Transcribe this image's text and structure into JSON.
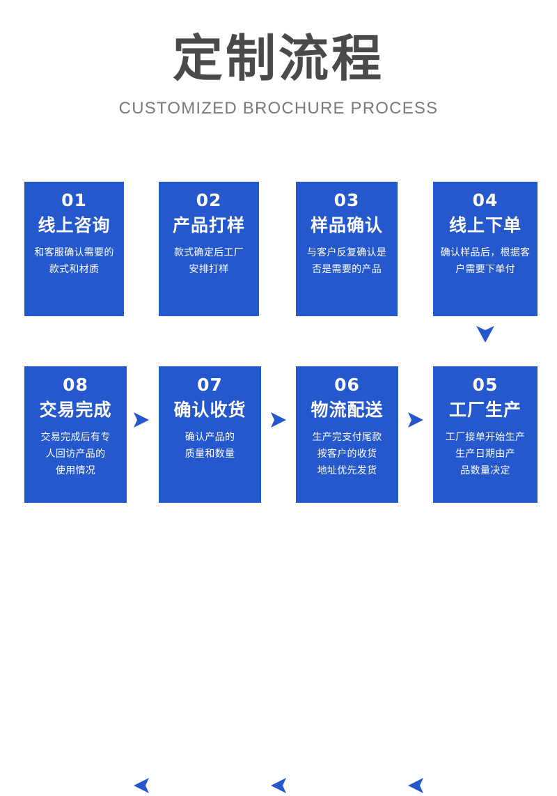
{
  "header": {
    "title": "定制流程",
    "subtitle": "CUSTOMIZED BROCHURE PROCESS",
    "title_color": "#4a4a4a",
    "subtitle_color": "#7a7a7a"
  },
  "theme": {
    "background": "#ffffff",
    "card_blue": "#2558cc",
    "arrow_blue": "#2558cc",
    "card_text": "#ffffff"
  },
  "flow": {
    "row1": [
      {
        "number": "01",
        "heading": "线上咨询",
        "desc_lines": [
          "和客服确认需要的",
          "款式和材质"
        ]
      },
      {
        "number": "02",
        "heading": "产品打样",
        "desc_lines": [
          "款式确定后工厂",
          "安排打样"
        ]
      },
      {
        "number": "03",
        "heading": "样品确认",
        "desc_lines": [
          "与客户反复确认是",
          "否是需要的产品"
        ]
      },
      {
        "number": "04",
        "heading": "线上下单",
        "desc_lines": [
          "确认样品后，根据客",
          "户需要下单付"
        ]
      }
    ],
    "row2": [
      {
        "number": "08",
        "heading": "交易完成",
        "desc_lines": [
          "交易完成后有专",
          "人回访产品的",
          "使用情况"
        ]
      },
      {
        "number": "07",
        "heading": "确认收货",
        "desc_lines": [
          "确认产品的",
          "质量和数量"
        ]
      },
      {
        "number": "06",
        "heading": "物流配送",
        "desc_lines": [
          "生产完支付尾款",
          "按客户的收货",
          "地址优先发货"
        ]
      },
      {
        "number": "05",
        "heading": "工厂生产",
        "desc_lines": [
          "工厂接单开始生产",
          "生产日期由产",
          "品数量决定"
        ]
      }
    ],
    "connectors": {
      "row1_arrows": [
        "arrow-right",
        "arrow-right",
        "arrow-right"
      ],
      "row2_arrows": [
        "arrow-left",
        "arrow-left",
        "arrow-left"
      ],
      "row_link_arrow": "arrow-down"
    }
  }
}
